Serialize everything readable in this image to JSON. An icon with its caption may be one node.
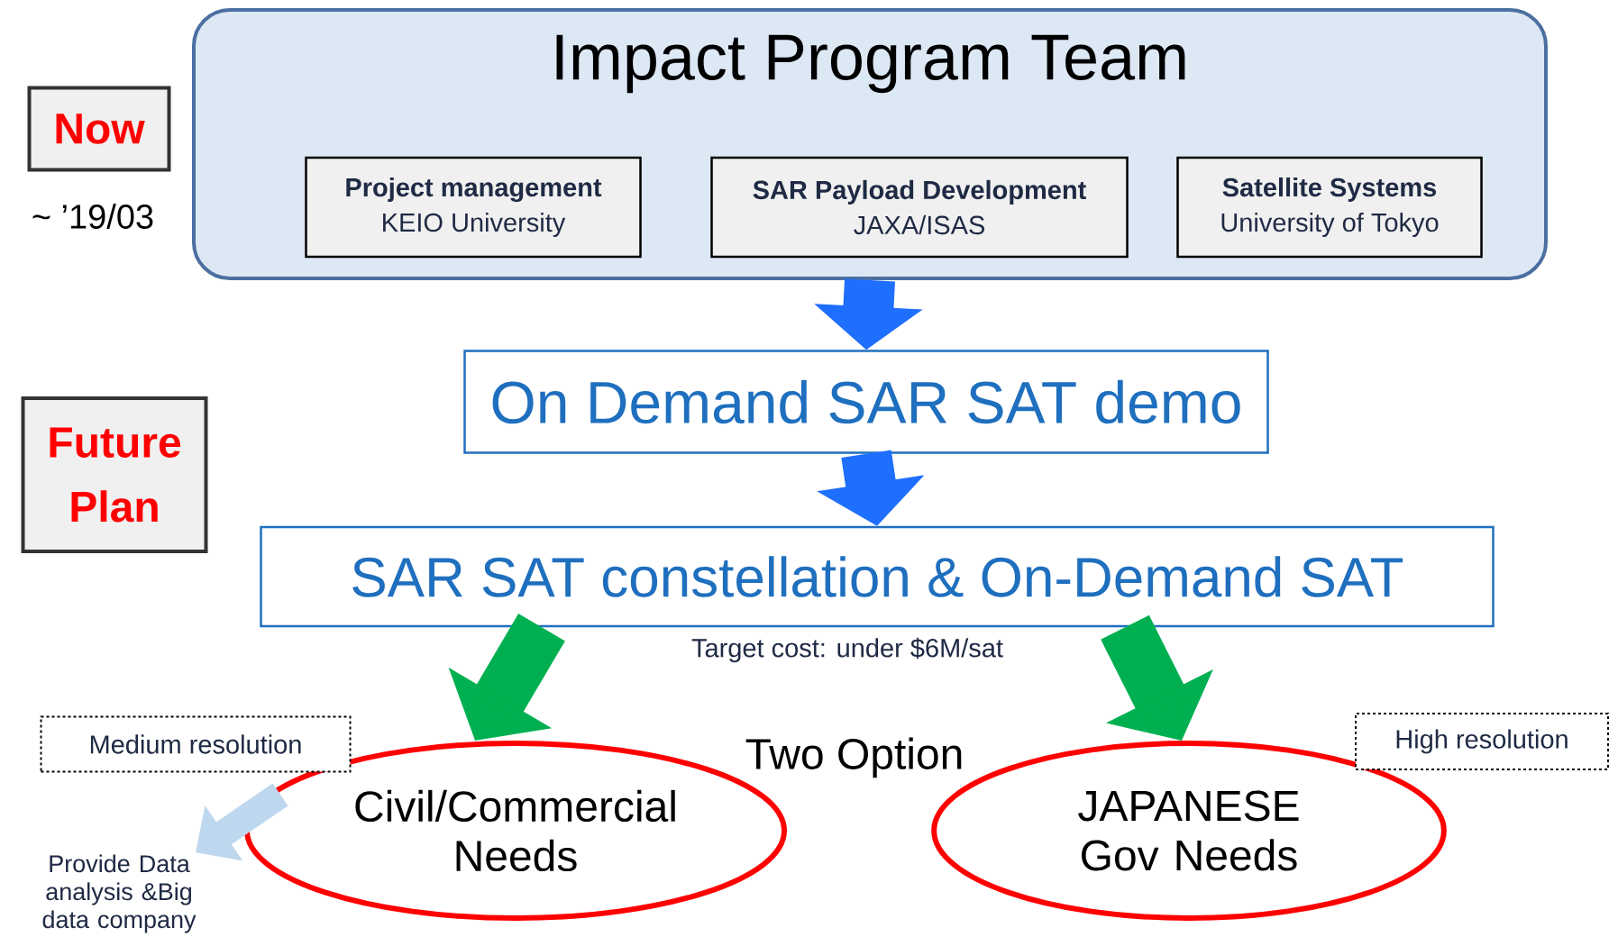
{
  "diagram": {
    "nodes": [
      {
        "text": [
          "Impact Program Team"
        ]
      },
      {
        "text": [
          "Project management",
          "KEIO University"
        ],
        "in": 0
      },
      {
        "text": [
          "SAR Payload Development",
          "JAXA/ISAS"
        ],
        "in": 0
      },
      {
        "text": [
          "Satellite Systems",
          "University of Tokyo"
        ],
        "in": 0
      },
      {
        "text": [
          "On Demand SAR SAT demo"
        ]
      },
      {
        "text": [
          "SAR SAT constellation & On-Demand SAT"
        ],
        "beside": [
          "Target cost: under $6M/sat"
        ]
      },
      {
        "text": [
          "Civil/Commercial Needs"
        ]
      },
      {
        "text": [
          "JAPANESE Gov Needs"
        ]
      },
      {
        "text": [
          "Now"
        ]
      },
      {
        "text": [
          "Future Plan"
        ]
      },
      {
        "text": [
          "Medium resolution"
        ]
      },
      {
        "text": [
          "High resolution"
        ]
      },
      {
        "text": [
          "Provide Data analysis &Big data company"
        ]
      }
    ],
    "edges": [
      {
        "from": 0,
        "to": 4,
        "arrow": "to",
        "color": "#1f6fff"
      },
      {
        "from": 4,
        "to": 5,
        "arrow": "to",
        "color": "#1f6fff"
      },
      {
        "from": 5,
        "to": 6,
        "arrow": "to",
        "color": "#00b050"
      },
      {
        "from": 5,
        "to": 7,
        "arrow": "to",
        "color": "#00b050"
      },
      {
        "from": 6,
        "to": 12,
        "arrow": "to",
        "color": "#bdd7ee"
      }
    ],
    "labels": [
      "~ ’19/03",
      "Two Option"
    ]
  }
}
